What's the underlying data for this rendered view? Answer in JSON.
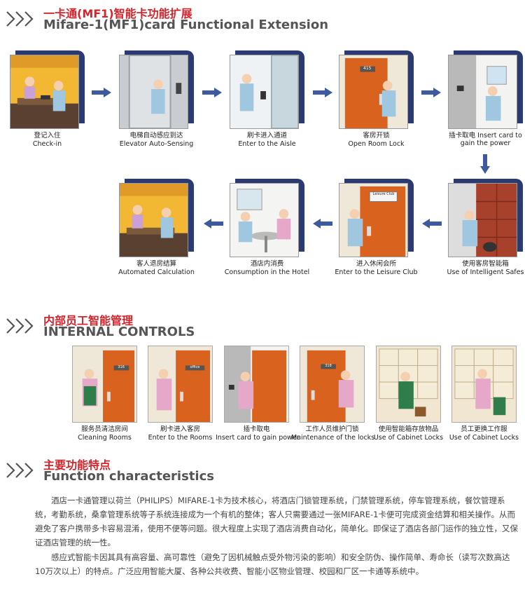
{
  "section1": {
    "title_cn": "一卡通(MF1)智能卡功能扩展",
    "title_en": "Mifare-1(MF1)card Functional Extension"
  },
  "flow": [
    {
      "cn": "登记入住",
      "en": "Check-in"
    },
    {
      "cn": "电梯自动感应到达",
      "en": "Elevator Auto-Sensing"
    },
    {
      "cn": "刷卡进入通道",
      "en": "Enter to the Aisle"
    },
    {
      "cn": "客房开锁",
      "en": "Open Room Lock"
    },
    {
      "cn": "插卡取电 Insert card to",
      "en": "gain the power"
    },
    {
      "cn": "使用客房智能箱",
      "en": "Use of Intelligent Safes"
    },
    {
      "cn": "进入休闲会所",
      "en": "Enter to the Leisure Club"
    },
    {
      "cn": "酒店内消费",
      "en": "Consumption in the Hotel"
    },
    {
      "cn": "客人退房结算",
      "en": "Automated Calculation"
    }
  ],
  "scene_text": {
    "room_no_1": "415",
    "leisure_sign": "Leisure Club",
    "room_no_2": "316",
    "office_sign": "office",
    "room_no_3": "318"
  },
  "section2": {
    "title_cn": "内部员工智能管理",
    "title_en": "INTERNAL CONTROLS"
  },
  "staff": [
    {
      "cn": "服务员清洁房间",
      "en": "Cleaning Rooms"
    },
    {
      "cn": "刷卡进入客房",
      "en": "Enter to the Rooms"
    },
    {
      "cn": "插卡取电",
      "en": "Insert card to gain power"
    },
    {
      "cn": "工作人员维护门锁",
      "en": "Maintenance of the locks"
    },
    {
      "cn": "使用智能箱存放物品",
      "en": "Use of Cabinet Locks"
    },
    {
      "cn": "员工更换工作服",
      "en": "Use of Cabinet Locks"
    }
  ],
  "section3": {
    "title_cn": "主要功能特点",
    "title_en": "Function characteristics",
    "para1": "酒店一卡通管理以荷兰（PHILIPS）MIFARE-1卡为技术核心，将酒店门锁管理系统，门禁管理系统，停车管理系统，餐饮管理系统，考勤系统，桑拿管理系统等子系统连接成为一个有机的整体；客人只需要通过一张MIFARE-1卡便可完成资金结算和相关操作。从而避免了客户携带多卡容易混淆，使用不便等问题。很大程度上实现了酒店消费自动化，简单化。即保证了酒店各部门运作的独立性，又保证酒店管理的统一性。",
    "para2": "感应式智能卡因其具有高容量、高可靠性（避免了因机械触点受外物污染的影响）和安全防伪、操作简单、寿命长（读写次数高达10万次以上）的特点。广泛应用智能大厦、各种公共收费、智能小区物业管理、校园和厂区一卡通等系统中。"
  },
  "colors": {
    "accent_red": "#d8232a",
    "navy": "#2b3a73",
    "arrow": "#3d5a9e",
    "door": "#d8621e"
  }
}
